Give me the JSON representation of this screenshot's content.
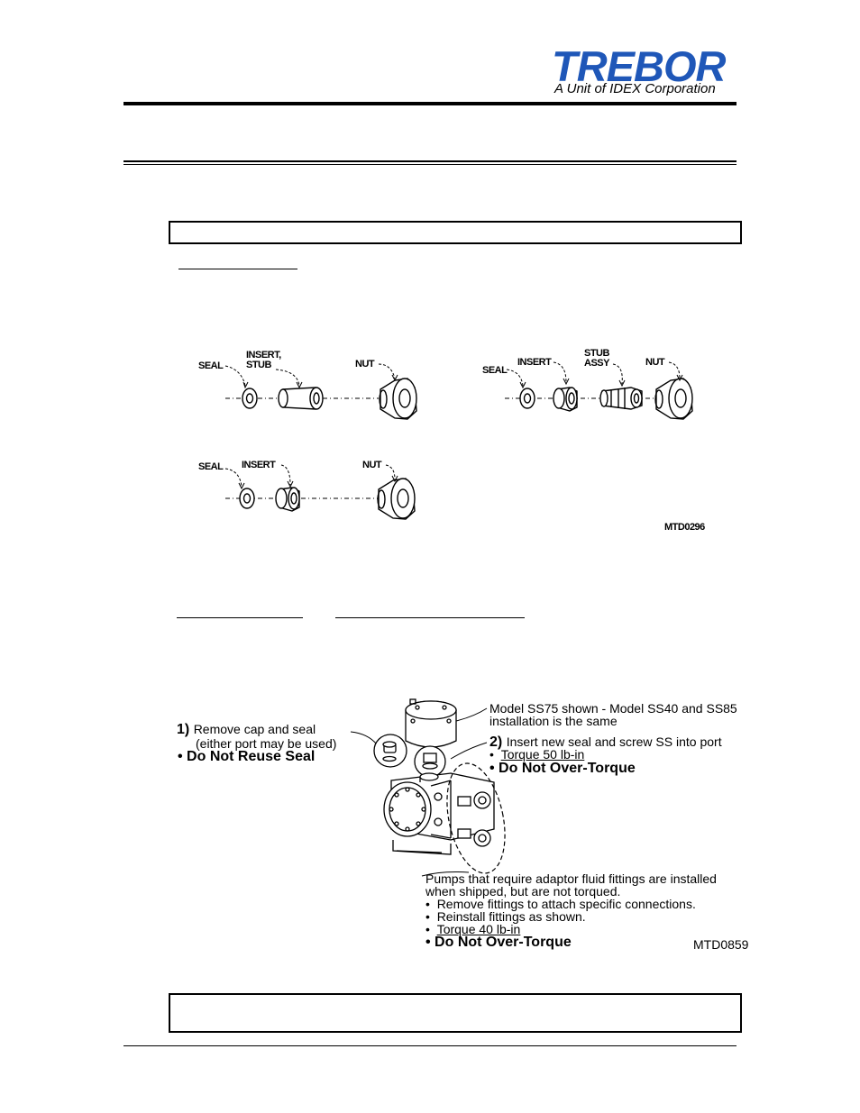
{
  "header": {
    "logo_text": "TREBOR",
    "logo_subtitle": "A Unit of IDEX Corporation",
    "brand_color": "#1f57b8"
  },
  "figure1": {
    "assy_a": {
      "seal": "SEAL",
      "insert_stub_1": "INSERT,",
      "insert_stub_2": "STUB",
      "nut": "NUT"
    },
    "assy_b": {
      "seal": "SEAL",
      "insert": "INSERT",
      "stub_assy_1": "STUB",
      "stub_assy_2": "ASSY",
      "nut": "NUT"
    },
    "assy_c": {
      "seal": "SEAL",
      "insert": "INSERT",
      "nut": "NUT"
    },
    "drawing_id": "MTD0296"
  },
  "figure2": {
    "step1_num": "1)",
    "step1_line1": "Remove cap and seal",
    "step1_line2": "(either port may be used)",
    "step1_warning": "• Do Not Reuse Seal",
    "model_note_1": "Model SS75 shown - Model SS40 and SS85",
    "model_note_2": "installation is the same",
    "step2_num": "2)",
    "step2_text": "Insert new seal and screw SS into port",
    "step2_torque": "Torque 50 lb-in",
    "step2_warning": "• Do Not Over-Torque",
    "fittings_1": "Pumps that require adaptor fluid fittings are installed",
    "fittings_2": "when shipped, but are not torqued.",
    "fittings_b1": "Remove fittings to attach specific connections.",
    "fittings_b2": "Reinstall fittings as shown.",
    "fittings_torque": "Torque 40 lb-in",
    "fittings_warning": "• Do Not Over-Torque",
    "drawing_id": "MTD0859"
  }
}
